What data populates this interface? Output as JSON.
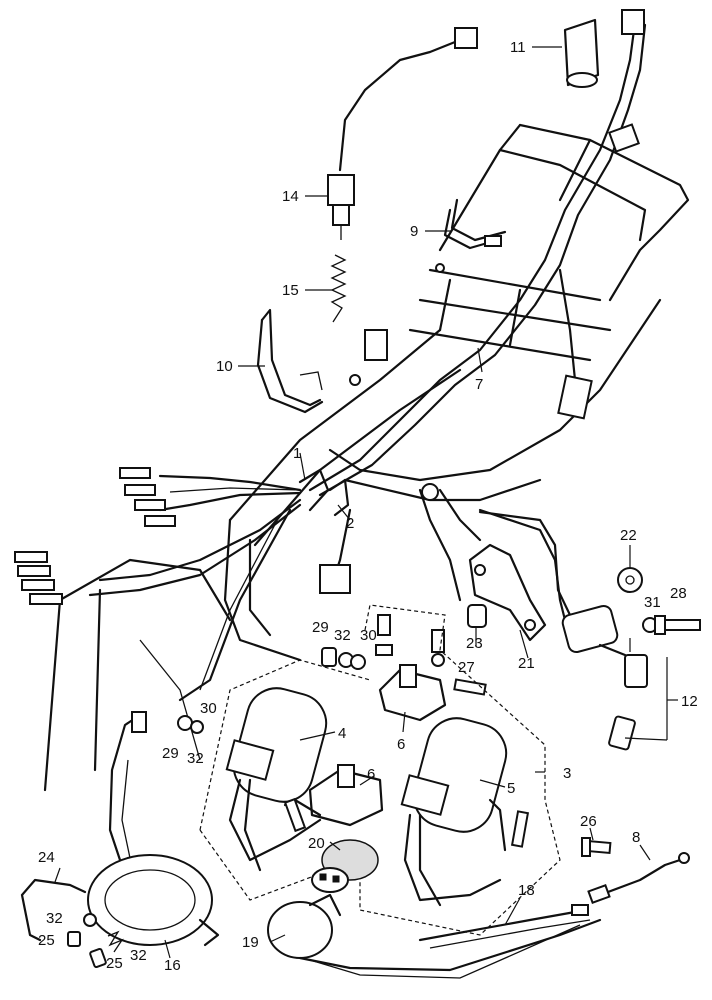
{
  "callouts": [
    {
      "id": "1",
      "text": "1"
    },
    {
      "id": "2",
      "text": "2"
    },
    {
      "id": "3",
      "text": "3"
    },
    {
      "id": "4",
      "text": "4"
    },
    {
      "id": "5",
      "text": "5"
    },
    {
      "id": "6a",
      "text": "6"
    },
    {
      "id": "6b",
      "text": "6"
    },
    {
      "id": "7",
      "text": "7"
    },
    {
      "id": "8",
      "text": "8"
    },
    {
      "id": "9",
      "text": "9"
    },
    {
      "id": "10",
      "text": "10"
    },
    {
      "id": "11",
      "text": "11"
    },
    {
      "id": "12",
      "text": "12"
    },
    {
      "id": "14",
      "text": "14"
    },
    {
      "id": "15",
      "text": "15"
    },
    {
      "id": "16",
      "text": "16"
    },
    {
      "id": "18",
      "text": "18"
    },
    {
      "id": "19",
      "text": "19"
    },
    {
      "id": "20",
      "text": "20"
    },
    {
      "id": "21",
      "text": "21"
    },
    {
      "id": "22",
      "text": "22"
    },
    {
      "id": "23",
      "text": "23"
    },
    {
      "id": "24",
      "text": "24"
    },
    {
      "id": "25a",
      "text": "25"
    },
    {
      "id": "25b",
      "text": "25"
    },
    {
      "id": "26",
      "text": "26"
    },
    {
      "id": "27",
      "text": "27"
    },
    {
      "id": "28",
      "text": "28"
    },
    {
      "id": "29a",
      "text": "29"
    },
    {
      "id": "29b",
      "text": "29"
    },
    {
      "id": "30a",
      "text": "30"
    },
    {
      "id": "30b",
      "text": "30"
    },
    {
      "id": "31",
      "text": "31"
    },
    {
      "id": "32a",
      "text": "32"
    },
    {
      "id": "32b",
      "text": "32"
    },
    {
      "id": "32c",
      "text": "32"
    },
    {
      "id": "32d",
      "text": "32"
    }
  ]
}
